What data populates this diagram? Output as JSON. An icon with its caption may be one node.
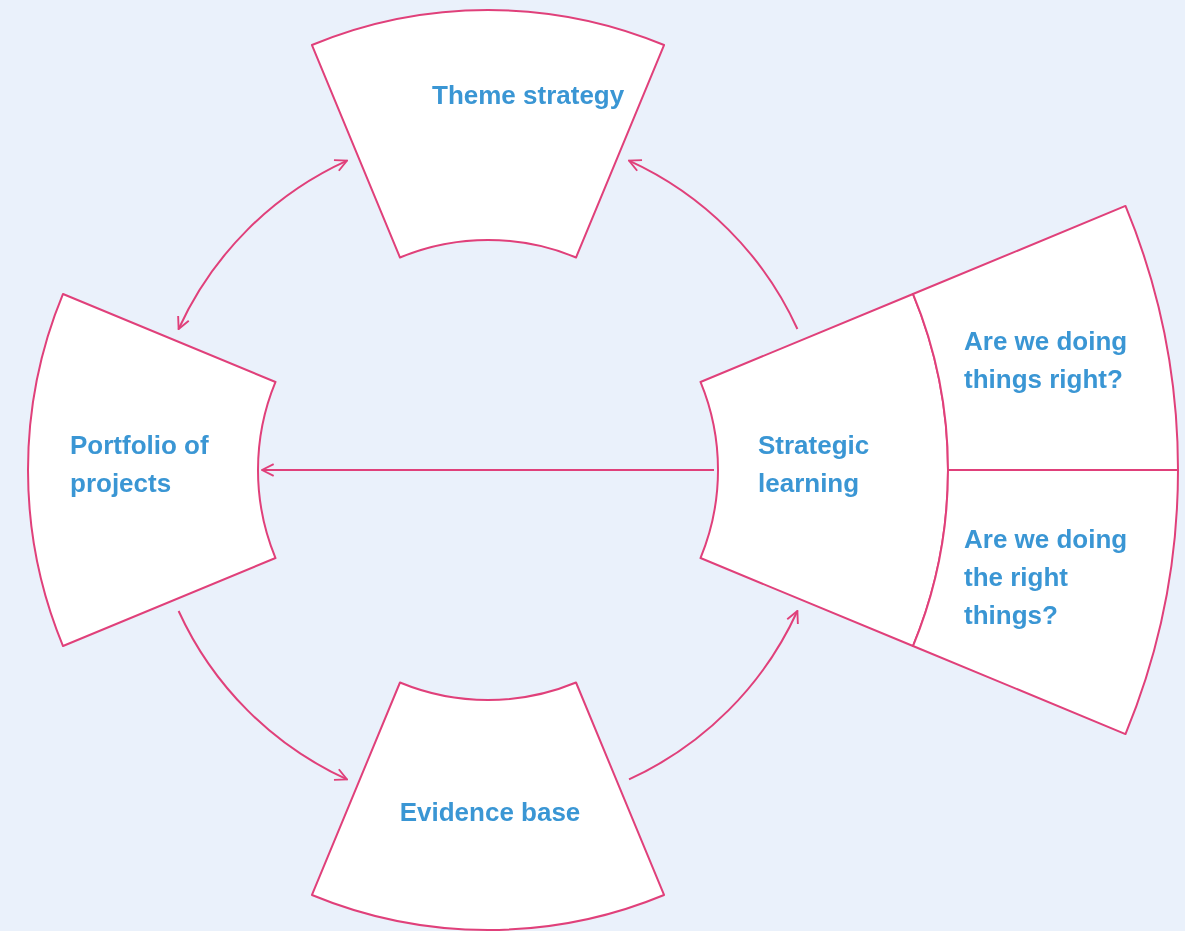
{
  "diagram": {
    "nodes": [
      {
        "text": [
          "Theme strategy"
        ]
      },
      {
        "text": [
          "Portfolio of projects"
        ]
      },
      {
        "text": [
          "Evidence base"
        ]
      },
      {
        "text": [
          "Strategic learning"
        ]
      },
      {
        "text": [
          "Are we doing things right?"
        ]
      },
      {
        "text": [
          "Are we doing the right things?"
        ]
      }
    ],
    "edges": [
      {
        "from": 0,
        "to": 1,
        "arrow": "both"
      },
      {
        "from": 1,
        "to": 2,
        "arrow": "to"
      },
      {
        "from": 2,
        "to": 3,
        "arrow": "to"
      },
      {
        "from": 3,
        "to": 0,
        "arrow": "to"
      },
      {
        "from": 3,
        "to": 1,
        "arrow": "to"
      }
    ]
  }
}
